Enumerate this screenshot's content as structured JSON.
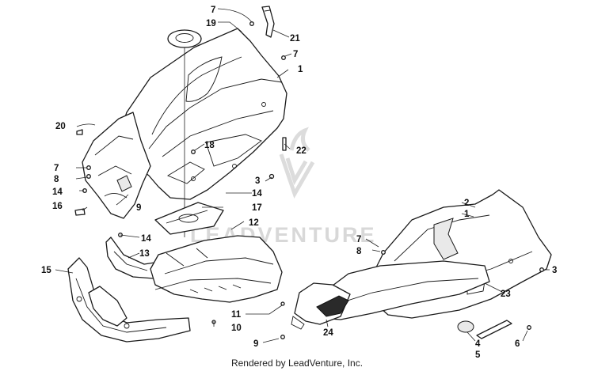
{
  "watermark": {
    "text": "LEADVENTURE"
  },
  "credit": {
    "text": "Rendered by LeadVenture, Inc."
  },
  "callouts": [
    {
      "id": "c-7a",
      "label": "7"
    },
    {
      "id": "c-19",
      "label": "19"
    },
    {
      "id": "c-21",
      "label": "21"
    },
    {
      "id": "c-7b",
      "label": "7"
    },
    {
      "id": "c-1a",
      "label": "1"
    },
    {
      "id": "c-20",
      "label": "20"
    },
    {
      "id": "c-18",
      "label": "18"
    },
    {
      "id": "c-22",
      "label": "22"
    },
    {
      "id": "c-7c",
      "label": "7"
    },
    {
      "id": "c-8a",
      "label": "8"
    },
    {
      "id": "c-3a",
      "label": "3"
    },
    {
      "id": "c-14a",
      "label": "14"
    },
    {
      "id": "c-14b",
      "label": "14"
    },
    {
      "id": "c-16",
      "label": "16"
    },
    {
      "id": "c-9a",
      "label": "9"
    },
    {
      "id": "c-17",
      "label": "17"
    },
    {
      "id": "c-12",
      "label": "12"
    },
    {
      "id": "c-14c",
      "label": "14"
    },
    {
      "id": "c-13",
      "label": "13"
    },
    {
      "id": "c-15",
      "label": "15"
    },
    {
      "id": "c-2",
      "label": "2"
    },
    {
      "id": "c-1b",
      "label": "1"
    },
    {
      "id": "c-7d",
      "label": "7"
    },
    {
      "id": "c-8b",
      "label": "8"
    },
    {
      "id": "c-3b",
      "label": "3"
    },
    {
      "id": "c-23",
      "label": "23"
    },
    {
      "id": "c-11",
      "label": "11"
    },
    {
      "id": "c-10",
      "label": "10"
    },
    {
      "id": "c-9b",
      "label": "9"
    },
    {
      "id": "c-24",
      "label": "24"
    },
    {
      "id": "c-4",
      "label": "4"
    },
    {
      "id": "c-5",
      "label": "5"
    },
    {
      "id": "c-6",
      "label": "6"
    }
  ]
}
